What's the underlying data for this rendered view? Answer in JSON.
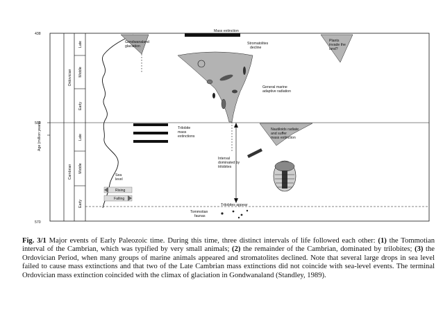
{
  "axis": {
    "title": "Age (million years)",
    "ticks": [
      "438",
      "505",
      "570"
    ]
  },
  "periods": [
    {
      "name": "Ordovician",
      "epochs": [
        "Late",
        "Middle",
        "Early"
      ]
    },
    {
      "name": "Cambrian",
      "epochs": [
        "Late",
        "Middle",
        "Early"
      ]
    }
  ],
  "labels": {
    "mass_extinction": "Mass extinction",
    "gondwanaland_1": "Gondwanaland",
    "gondwanaland_2": "glaciation",
    "stromatolites_1": "Stromatolites",
    "stromatolites_2": "decline",
    "plants_1": "Plants",
    "plants_2": "invade the",
    "plants_3": "land?",
    "marine_1": "General marine",
    "marine_2": "adaptive radiation",
    "trilobite_1": "Trilobite",
    "trilobite_2": "mass",
    "trilobite_3": "extinctions",
    "nautiloids_1": "Nautiloids radiate",
    "nautiloids_2": "and suffer",
    "nautiloids_3": "mass extinction",
    "interval_1": "Interval",
    "interval_2": "dominated by",
    "interval_3": "trilobites",
    "sea_1": "Sea",
    "sea_2": "level",
    "rising": "Rising",
    "falling": "Falling",
    "trilobites_appear": "Trilobites appear",
    "tommotian_1": "Tommotian",
    "tommotian_2": "faunas"
  },
  "caption": {
    "fig_label": "Fig. 3/1",
    "text_1": " Major events of Early Paleozoic time. During this time, three distinct intervals of life followed each other: ",
    "n1": "(1)",
    "text_2": " the Tommotian interval of the Cambrian, which was typified by very small animals; ",
    "n2": "(2)",
    "text_3": " the remainder of the Cambrian, dominated by trilobites; ",
    "n3": "(3)",
    "text_4": " the Ordovician Period, when many groups of marine animals appeared and stromatolites declined. Note that several large drops in sea level failed to cause mass extinctions and that two of the Late Cambrian mass extinctions did not coincide with sea-level events. The terminal Ordovician mass extinction coincided with the climax of glaciation in Gondwanaland (Standley, 1989)."
  }
}
